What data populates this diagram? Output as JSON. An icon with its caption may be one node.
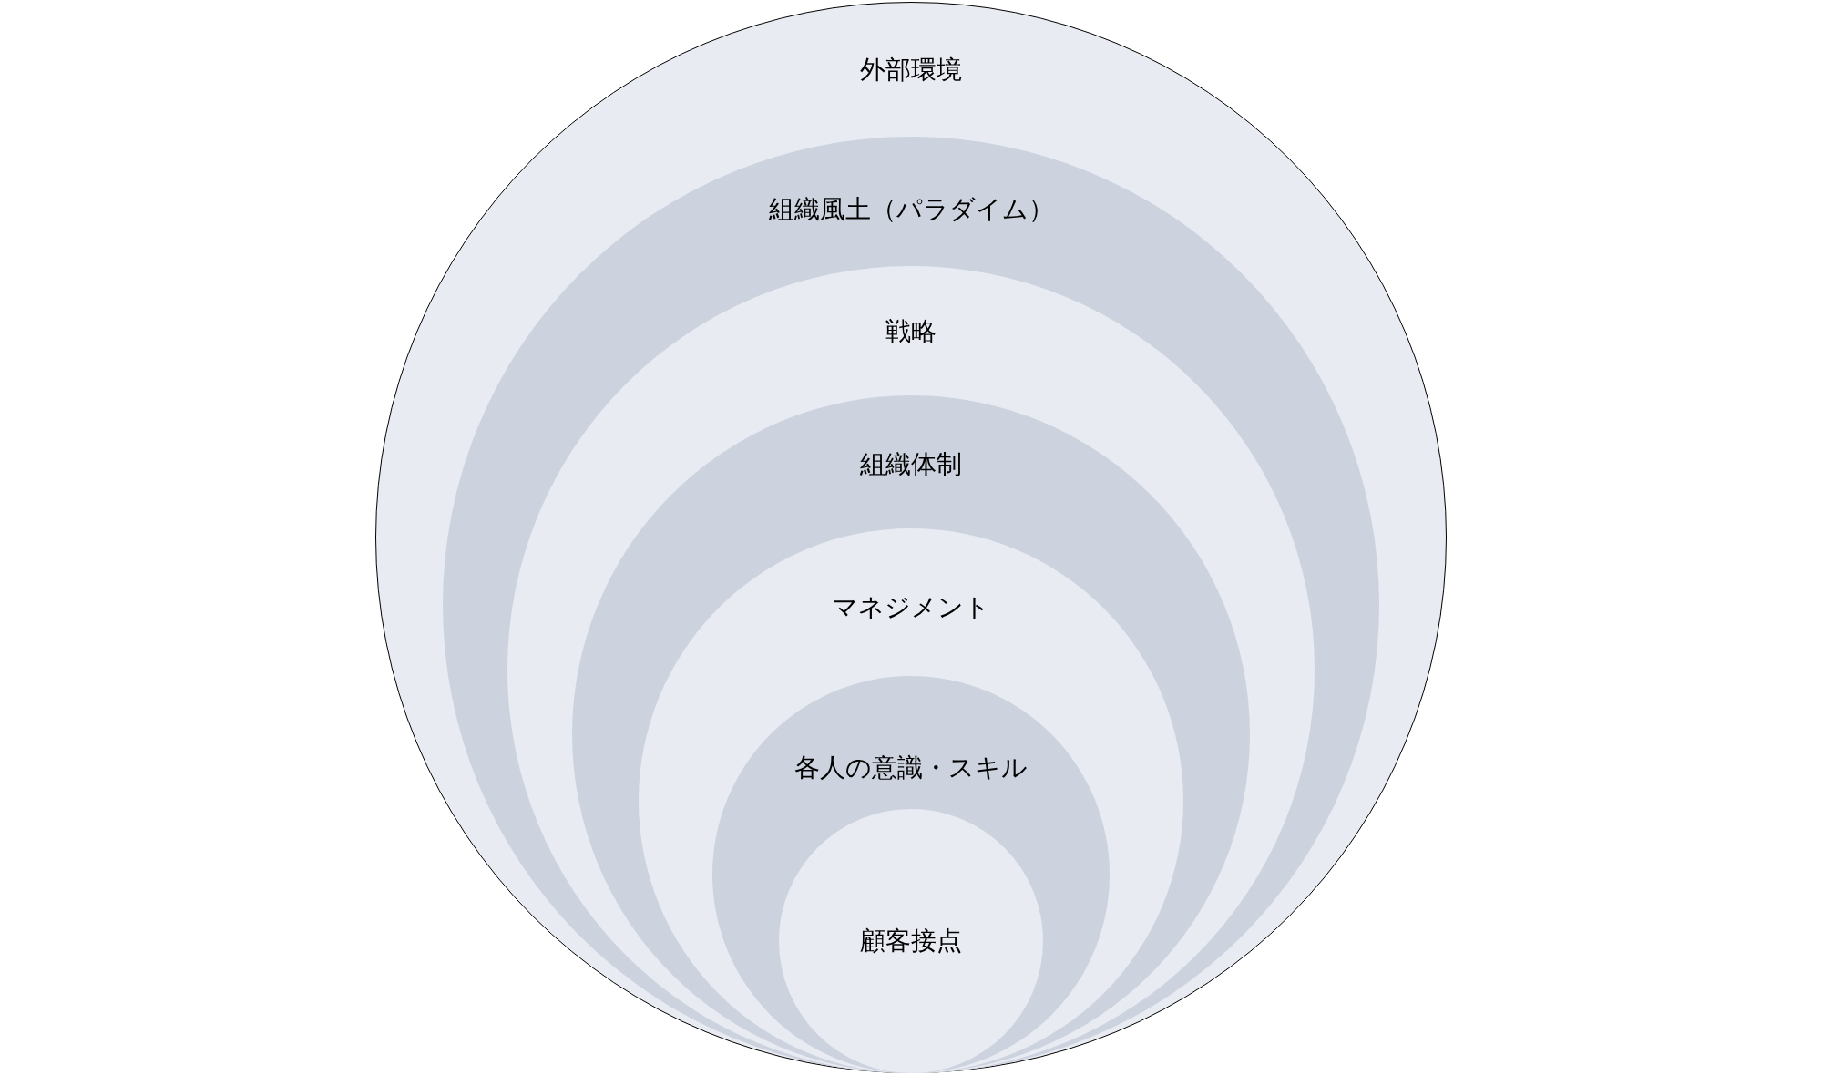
{
  "diagram": {
    "nodes": [
      {
        "text": [
          "外部環境"
        ]
      },
      {
        "text": [
          "組織風土（パラダイム）"
        ],
        "in": 0
      },
      {
        "text": [
          "戦略"
        ],
        "in": 1
      },
      {
        "text": [
          "組織体制"
        ],
        "in": 2
      },
      {
        "text": [
          "マネジメント"
        ],
        "in": 3
      },
      {
        "text": [
          "各人の意識・スキル"
        ],
        "in": 4
      },
      {
        "text": [
          "顧客接点"
        ],
        "in": 5
      }
    ]
  }
}
